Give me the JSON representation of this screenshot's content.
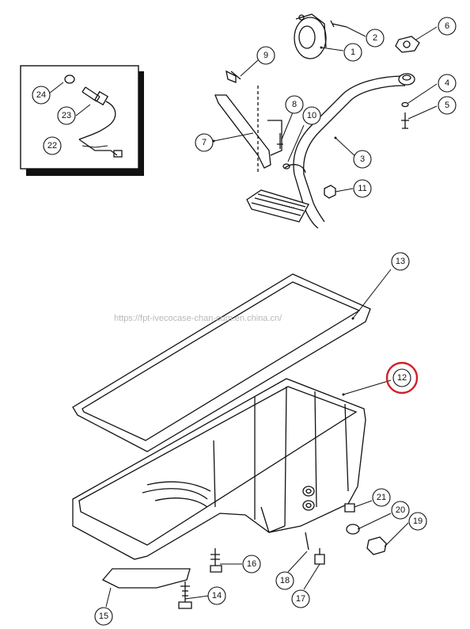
{
  "callouts": {
    "c1": "1",
    "c2": "2",
    "c3": "3",
    "c4": "4",
    "c5": "5",
    "c6": "6",
    "c7": "7",
    "c8": "8",
    "c9": "9",
    "c10": "10",
    "c11": "11",
    "c12": "12",
    "c13": "13",
    "c14": "14",
    "c15": "15",
    "c16": "16",
    "c17": "17",
    "c18": "18",
    "c19": "19",
    "c20": "20",
    "c21": "21",
    "c22": "22",
    "c23": "23",
    "c24": "24"
  },
  "watermark": "https://fpt-ivecocase-chan-cum.en.china.cn/",
  "highlighted_callout": "12",
  "colors": {
    "highlight": "#d21f26",
    "line": "#111111",
    "watermark": "#b8b8b8"
  }
}
